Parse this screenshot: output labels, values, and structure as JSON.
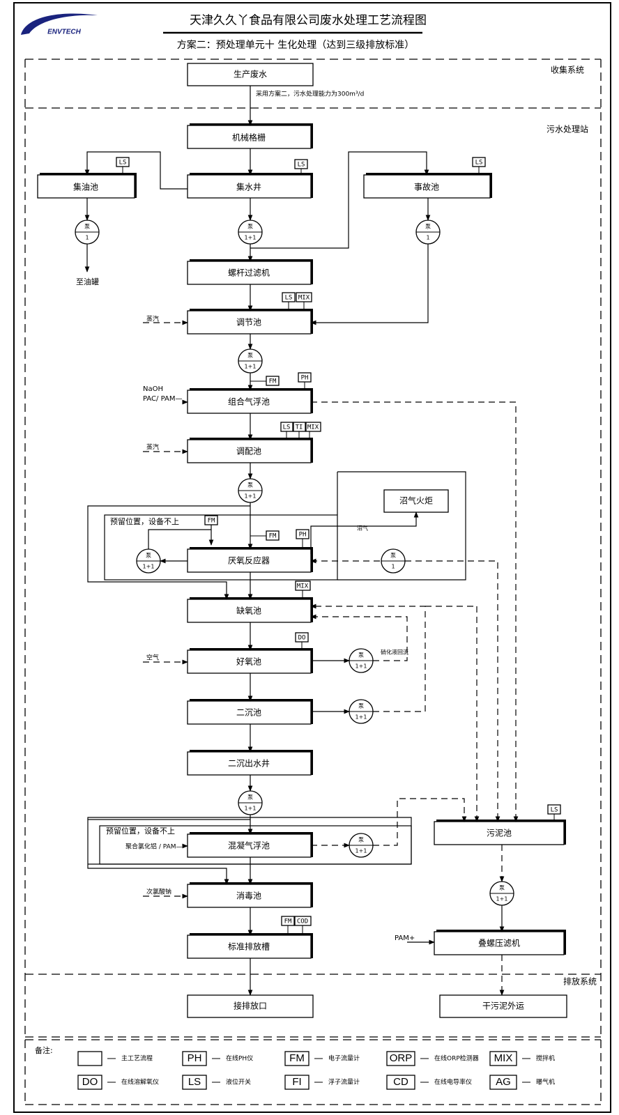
{
  "header": {
    "logo_text": "ENVTECH",
    "title": "天津久久丫食品有限公司废水处理工艺流程图",
    "subtitle": "方案二：预处理单元十 生化处理（达到三级排放标准）"
  },
  "sections": {
    "collection": "收集系统",
    "treatment": "污水处理站",
    "discharge": "排放系统"
  },
  "units": {
    "production_wastewater": "生产废水",
    "mechanical_screen": "机械格栅",
    "oil_trap": "集油池",
    "collection_well": "集水井",
    "accident_tank": "事故池",
    "screw_filter": "螺杆过滤机",
    "equalization_tank": "调节池",
    "combined_flotation": "组合气浮池",
    "ph_adjust_tank": "调配池",
    "biogas_flare": "沼气火炬",
    "anaerobic_reactor": "厌氧反应器",
    "anoxic_tank": "缺氧池",
    "aerobic_tank": "好氧池",
    "secondary_clarifier": "二沉池",
    "clarifier_outlet_well": "二沉出水井",
    "coag_flotation": "混凝气浮池",
    "disinfection_tank": "消毒池",
    "standard_discharge_tank": "标准排放槽",
    "discharge_outlet": "接排放口",
    "sludge_tank": "污泥池",
    "screw_press": "叠螺压滤机",
    "dry_sludge": "干污泥外运"
  },
  "annotations": {
    "flow_note": "采用方案二，污水处理能力为300m³/d",
    "to_oil_tank": "至油罐",
    "steam_1": "蒸汽",
    "steam_2": "蒸汽",
    "chem_flotation_1": "NaOH",
    "chem_flotation_2": "PAC/ PAM—",
    "reserved_1": "预留位置，设备不上",
    "reserved_2": "预留位置，设备不上",
    "biogas": "沼气",
    "air": "空气",
    "nitrified_return": "硝化液回流",
    "coag_chem": "聚合氯化铝 / PAM—",
    "disinfectant": "次氯酸钠",
    "pam_plus": "PAM+"
  },
  "pumps": {
    "oil_pump": {
      "top": "泵",
      "bottom": "1"
    },
    "well_pump": {
      "top": "泵",
      "bottom": "1+1"
    },
    "accident_pump": {
      "top": "泵",
      "bottom": "1"
    },
    "equal_pump": {
      "top": "泵",
      "bottom": "1+1"
    },
    "adjust_pump": {
      "top": "泵",
      "bottom": "1+1"
    },
    "recirc_pump": {
      "top": "泵",
      "bottom": "1+1"
    },
    "sludge_pump_an": {
      "top": "泵",
      "bottom": "1"
    },
    "nitrate_pump": {
      "top": "泵",
      "bottom": "1+1"
    },
    "return_pump": {
      "top": "泵",
      "bottom": "1+1"
    },
    "outlet_pump": {
      "top": "泵",
      "bottom": "1+1"
    },
    "coag_sludge_pump": {
      "top": "泵",
      "bottom": "1+1"
    },
    "sludge_feed_pump": {
      "top": "泵",
      "bottom": "1+1"
    }
  },
  "instrument_tags": {
    "LS": "LS",
    "MIX": "MIX",
    "FM": "FM",
    "PH": "PH",
    "TI": "TI",
    "DO": "DO",
    "COD": "COD"
  },
  "legend": {
    "title": "备注:",
    "items": [
      {
        "code": "",
        "desc": "主工艺流程"
      },
      {
        "code": "PH",
        "desc": "在线PH仪"
      },
      {
        "code": "FM",
        "desc": "电子流量计"
      },
      {
        "code": "ORP",
        "desc": "在线ORP检测器"
      },
      {
        "code": "MIX",
        "desc": "搅拌机"
      },
      {
        "code": "DO",
        "desc": "在线溶解氧仪"
      },
      {
        "code": "LS",
        "desc": "液位开关"
      },
      {
        "code": "FI",
        "desc": "浮子流量计"
      },
      {
        "code": "CD",
        "desc": "在线电导率仪"
      },
      {
        "code": "AG",
        "desc": "曝气机"
      }
    ]
  }
}
